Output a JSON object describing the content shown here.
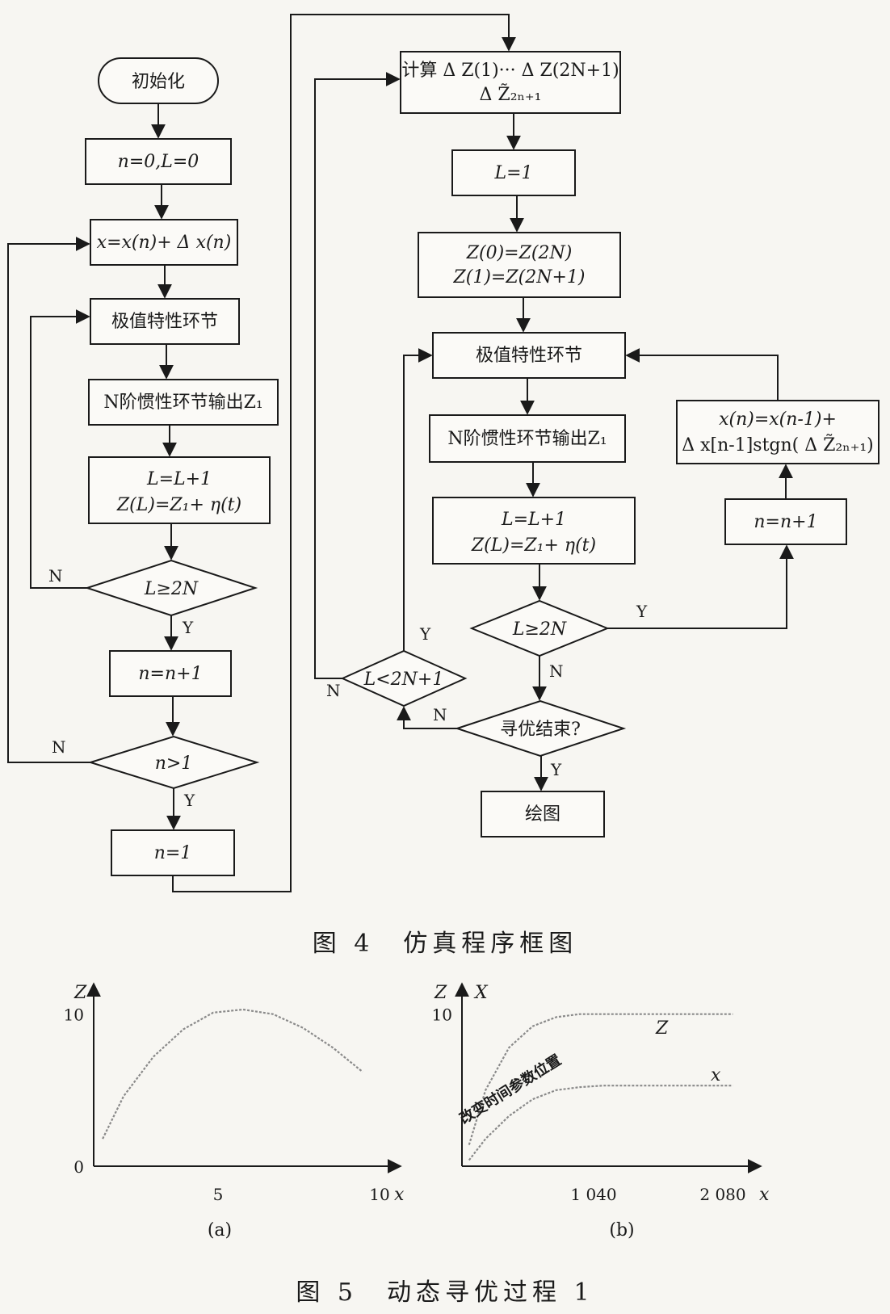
{
  "flowchart": {
    "start": "初始化",
    "init_vars": "n=0,L=0",
    "x_update": "x=x(n)+ Δ x(n)",
    "extreme_left": "极值特性环节",
    "inertia_left": "N阶惯性环节输出Z₁",
    "accum_left_1": "L=L+1",
    "accum_left_2": "Z(L)=Z₁+ η(t)",
    "dec_l2n_left": "L≥2N",
    "n_inc_left": "n=n+1",
    "dec_n1": "n>1",
    "n_set1": "n=1",
    "compute_1": "计算 Δ Z(1)··· Δ Z(2N+1)",
    "compute_2": "Δ Z̃₂ₙ₊₁",
    "l_eq1": "L=1",
    "shift_1": "Z(0)=Z(2N)",
    "shift_2": "Z(1)=Z(2N+1)",
    "extreme_right": "极值特性环节",
    "inertia_right": "N阶惯性环节输出Z₁",
    "accum_right_1": "L=L+1",
    "accum_right_2": "Z(L)=Z₁+ η(t)",
    "dec_l2n_right": "L≥2N",
    "dec_l_lt": "L<2N+1",
    "dec_end": "寻优结束?",
    "plot": "绘图",
    "n_inc_right": "n=n+1",
    "x_step_1": "x(n)=x(n-1)+",
    "x_step_2": "Δ x[n-1]stgn( Δ Z̃₂ₙ₊₁)",
    "yes": "Y",
    "no": "N"
  },
  "captions": {
    "fig4": "图 4　仿真程序框图",
    "fig5": "图 5　动态寻优过程 1"
  },
  "chart_data": [
    {
      "type": "line",
      "panel_label": "(a)",
      "xlabel": "x",
      "ylabel": "Z",
      "xlim": [
        0,
        10
      ],
      "ylim": [
        0,
        12
      ],
      "x_ticks": [
        "5",
        "10"
      ],
      "y_ticks": [
        "0",
        "10"
      ],
      "series": [
        {
          "x": [
            0.3,
            1,
            2,
            3,
            4,
            5,
            6,
            7,
            8,
            9
          ],
          "values": [
            1.8,
            4.6,
            7.2,
            9.0,
            10.1,
            10.3,
            10.0,
            9.1,
            7.8,
            6.2
          ]
        }
      ]
    },
    {
      "type": "line",
      "panel_label": "(b)",
      "xlabel": "x",
      "ylabel": "Z",
      "ylabel2": "X",
      "annotation": "改变时间参数位置",
      "xlim": [
        0,
        2400
      ],
      "ylim": [
        0,
        12
      ],
      "x_ticks": [
        "1 040",
        "2 080"
      ],
      "y_ticks": [
        "10"
      ],
      "series": [
        {
          "name": "Z",
          "x": [
            60,
            200,
            400,
            600,
            800,
            1000,
            1200,
            1600,
            2000,
            2300
          ],
          "values": [
            1.4,
            5.0,
            7.8,
            9.2,
            9.8,
            10.0,
            10.0,
            10.0,
            10.0,
            10.0
          ]
        },
        {
          "name": "x",
          "x": [
            60,
            200,
            400,
            600,
            800,
            1000,
            1200,
            1600,
            2000,
            2300
          ],
          "values": [
            0.4,
            1.8,
            3.3,
            4.4,
            5.0,
            5.2,
            5.3,
            5.3,
            5.3,
            5.3
          ]
        }
      ]
    }
  ]
}
